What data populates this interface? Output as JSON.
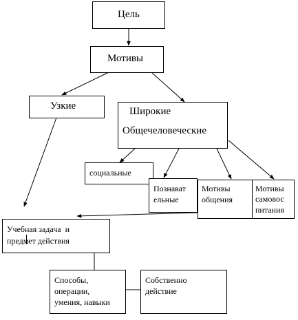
{
  "diagram": {
    "nodes": {
      "goal": "Цель",
      "motives": "Мотивы",
      "narrow": "Узкие",
      "broad": [
        "Широкие",
        "Общечеловеческие"
      ],
      "social": "социальные",
      "cognitive": [
        "Познават",
        "ельные"
      ],
      "communication": [
        "Мотивы",
        "общения"
      ],
      "self_education": [
        "Мотивы",
        "самовос",
        "питания"
      ],
      "learning_task": [
        "Учебная задача  и",
        "предмет действия"
      ],
      "methods": [
        "Способы,",
        "операции,",
        "умения, навыки"
      ],
      "action": [
        "Собственно",
        "действие"
      ]
    },
    "edges": [
      [
        "goal",
        "motives"
      ],
      [
        "motives",
        "narrow"
      ],
      [
        "motives",
        "broad"
      ],
      [
        "narrow",
        "learning_task"
      ],
      [
        "broad",
        "social"
      ],
      [
        "broad",
        "cognitive"
      ],
      [
        "broad",
        "communication"
      ],
      [
        "broad",
        "self_education"
      ],
      [
        "cognitive",
        "learning_task"
      ],
      [
        "learning_task",
        "methods"
      ],
      [
        "methods",
        "action"
      ]
    ]
  }
}
